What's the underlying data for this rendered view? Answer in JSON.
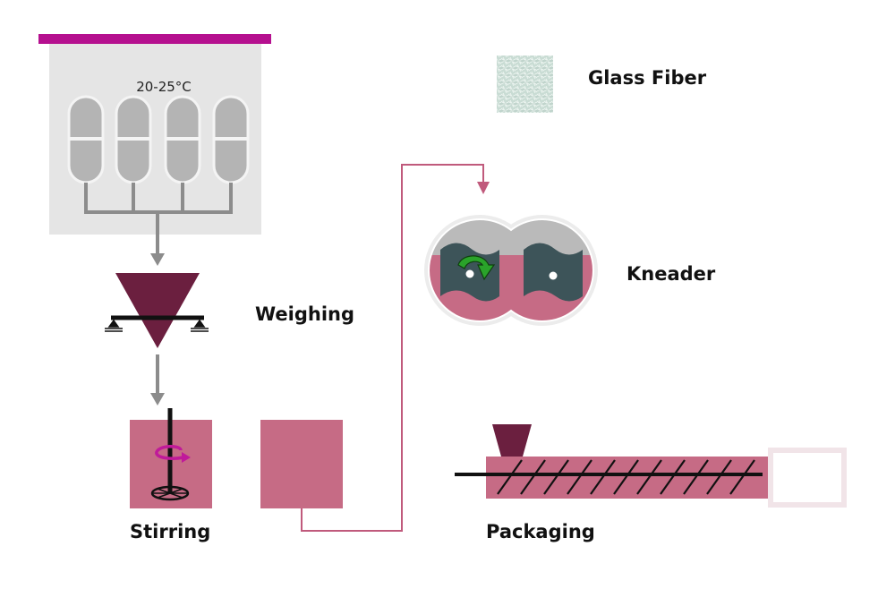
{
  "labels": {
    "temperature": "20-25°C",
    "glass_fiber": "Glass Fiber",
    "kneader": "Kneader",
    "weighing": "Weighing",
    "stirring": "Stirring",
    "packaging": "Packaging"
  },
  "colors": {
    "magenta_bar": "#b5108f",
    "cabinet": "#e5e5e5",
    "capsule": "#b4b4b4",
    "connector": "#8c8c8c",
    "hopper": "#6b1f3f",
    "mixture_pink": "#c66b85",
    "flow_line": "#c05a7c",
    "kneader_blade": "#3d5459",
    "rotation_arrow": "#2aa32a",
    "stir_arrow": "#c01a9a",
    "mold_outline": "#f1e4e8"
  },
  "icons": {
    "temperature_cabinet": "storage-cabinet-icon",
    "weighing": "weigh-hopper-icon",
    "stirring": "stirring-tank-icon",
    "kneader": "twin-kneader-icon",
    "packaging": "extruder-icon",
    "glass_fiber": "glass-fiber-swatch-icon"
  }
}
